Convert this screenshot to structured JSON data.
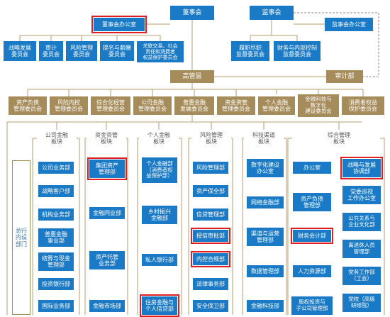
{
  "colors": {
    "primary_blue": "#1a7ac6",
    "gold": "#a58c5a",
    "connector": "#b89c6e",
    "dashed": "#8a8a8a",
    "highlight": "#e02020"
  },
  "top": {
    "board": "董事会",
    "supervisors": "监事会",
    "board_office": "董事会办公室",
    "supervisors_office": "监事会办公室"
  },
  "board_committees": [
    "战略发展\n委员会",
    "审计\n委员会",
    "风险管理\n委员会",
    "提名与薪酬\n委员会",
    "关联交易、社会\n责任和消费者\n权益保护委员会"
  ],
  "supervisor_committees": [
    "履职尽职\n监督委员会",
    "财务与内部控制\n监督委员会"
  ],
  "management": {
    "senior": "高管层",
    "audit": "审计部"
  },
  "mgmt_committees": [
    "资产负债\n管理委员会",
    "风险内控\n管理委员会",
    "综合化经营\n管理委员会",
    "公司金融\n管理委员会",
    "普惠金融\n发展委员会",
    "资金资管\n管理委员会",
    "个人金融\n管理委员会",
    "金融科技与\n数字化\n建设委员会",
    "消费者权益\n保护委员会"
  ],
  "side_label": "总行\n内设\n部门",
  "segments": [
    {
      "title": "公司金融\n板块",
      "departments": [
        "公司业务部",
        "战略客户部",
        "机构业务部",
        "普惠金融\n事业部",
        "结算与现金\n管理部",
        "投资银行部",
        "国际业务部"
      ]
    },
    {
      "title": "资金资管\n板块",
      "departments": [
        "集团资产\n管理部",
        "金融同业部",
        "资产托管\n业务部",
        "金融市场部"
      ]
    },
    {
      "title": "个人金融\n板块",
      "departments": [
        "个人金融部\n（消费者权\n益保护部）",
        "乡村振兴\n金融部",
        "私人银行部",
        "住房金融与\n个人信贷部"
      ]
    },
    {
      "title": "风险管理\n板块",
      "departments": [
        "风险管理部",
        "资产保全部",
        "信贷管理部",
        "授信审批部",
        "内控合规部",
        "法律事务部",
        "安全保卫部"
      ]
    },
    {
      "title": "科技渠道\n板块",
      "departments": [
        "数字化建设\n办公室",
        "网络金融部",
        "渠道与运营\n管理部",
        "数据管理部",
        "金融科技部"
      ]
    },
    {
      "title": "综合管理\n板块",
      "departments": [
        "办公室",
        "资产负债\n管理部",
        "财务会计部",
        "人力资源部",
        "股权投资与\n子公司管理部",
        "战略与发展\n协调部",
        "党委巡视\n工作办公室",
        "公共关系与\n企业文化部",
        "离退休人员\n管理部",
        "党务工作部\n（工会）",
        "党校（高级\n研修院）"
      ]
    }
  ]
}
